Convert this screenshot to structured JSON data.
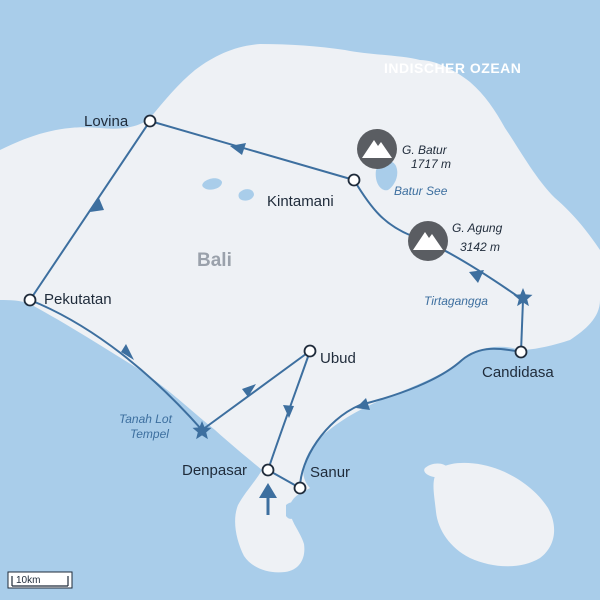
{
  "ocean_label": "INDISCHER OZEAN",
  "island_label": "Bali",
  "cities": {
    "lovina": "Lovina",
    "kintamani": "Kintamani",
    "pekutatan": "Pekutatan",
    "ubud": "Ubud",
    "denpasar": "Denpasar",
    "sanur": "Sanur",
    "candidasa": "Candidasa"
  },
  "pois": {
    "batur_see": "Batur See",
    "tirtagangga": "Tirtagangga",
    "tanah_lot_1": "Tanah Lot",
    "tanah_lot_2": "Tempel"
  },
  "peaks": {
    "batur_name": "G. Batur",
    "batur_height": "1717 m",
    "agung_name": "G. Agung",
    "agung_height": "3142 m"
  },
  "scale": "10km",
  "colors": {
    "sea": "#a9cdea",
    "land": "#eef1f5",
    "route": "#3d6f9f",
    "mountain_badge": "#5a5d62"
  }
}
